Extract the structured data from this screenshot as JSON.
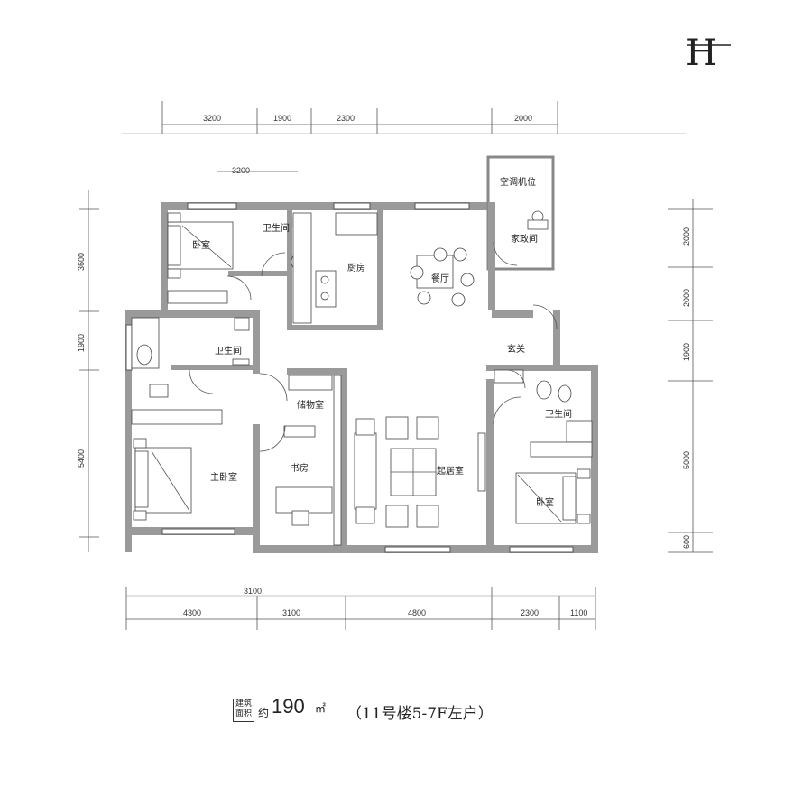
{
  "unit_type_mark": "H",
  "top_dimensions": [
    "3200",
    "1900",
    "2300",
    "2000"
  ],
  "top_inner_dimension": "3200",
  "bottom_dimensions": [
    "4300",
    "3100",
    "4800",
    "2300",
    "1100"
  ],
  "bottom_inner_dimension": "3100",
  "left_dimensions": [
    "3600",
    "1900",
    "5400"
  ],
  "right_dimensions": [
    "2000",
    "2000",
    "1900",
    "5000",
    "600"
  ],
  "rooms": {
    "bedroom_nw": "卧室",
    "bath_north": "卫生间",
    "kitchen": "厨房",
    "dining": "餐厅",
    "ac_unit": "空调机位",
    "housekeeping": "家政间",
    "bath_mid": "卫生间",
    "foyer": "玄关",
    "storage": "储物室",
    "study": "书房",
    "living": "起居室",
    "master_bedroom": "主卧室",
    "bath_east": "卫生间",
    "bedroom_se": "卧室"
  },
  "area": {
    "box_label_line1": "建筑",
    "box_label_line2": "面积",
    "prefix": "约",
    "value": "190",
    "unit": "㎡",
    "note": "（11号楼5-7F左户）"
  }
}
